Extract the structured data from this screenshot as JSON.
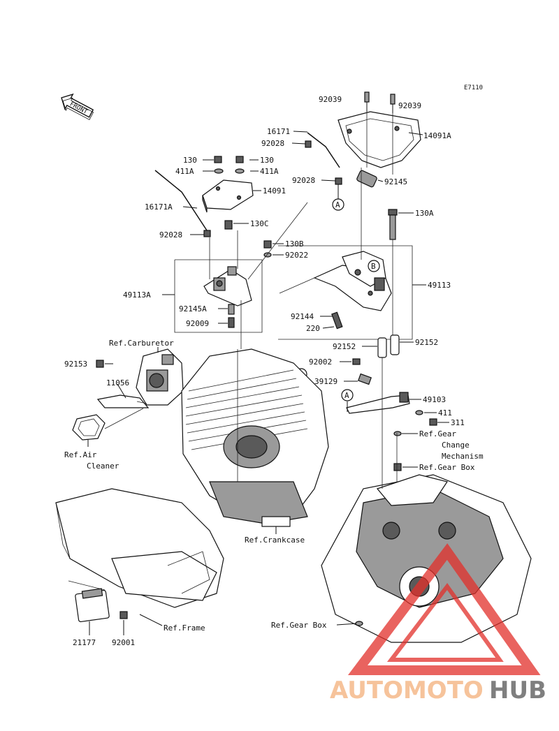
{
  "diagram_code": "E7110",
  "front_label": "FRONT",
  "callout_a": "A",
  "callout_b": "B",
  "parts": {
    "p92039_l": "92039",
    "p92039_r": "92039",
    "p14091A": "14091A",
    "p16171": "16171",
    "p92028_top": "92028",
    "p92028_mid": "92028",
    "p92145": "92145",
    "p130_l": "130",
    "p130_r": "130",
    "p411A_l": "411A",
    "p411A_r": "411A",
    "p14091": "14091",
    "p16171A": "16171A",
    "p130A": "130A",
    "p130C": "130C",
    "p92028_low": "92028",
    "p130B": "130B",
    "p92022": "92022",
    "p49113A": "49113A",
    "p49113": "49113",
    "p92145A": "92145A",
    "p92009": "92009",
    "p92144": "92144",
    "p220": "220",
    "p92152_l": "92152",
    "p92152_r": "92152",
    "p92002": "92002",
    "p39129": "39129",
    "p49103": "49103",
    "p411": "411",
    "p311": "311",
    "p92153": "92153",
    "p11056": "11056",
    "p21177": "21177",
    "p92001": "92001"
  },
  "refs": {
    "carburetor": "Ref.Carburetor",
    "air": "Ref.Air",
    "cleaner": "Cleaner",
    "gear_change_1": "Ref.Gear",
    "gear_change_2": "Change",
    "gear_change_3": "Mechanism",
    "gear_box_1": "Ref.Gear Box",
    "crankcase": "Ref.Crankcase",
    "frame": "Ref.Frame",
    "gear_box_2": "Ref.Gear Box"
  },
  "watermark": {
    "auto": "AUTOMOTO",
    "hub": "HUB",
    "color": "#e2302a"
  }
}
